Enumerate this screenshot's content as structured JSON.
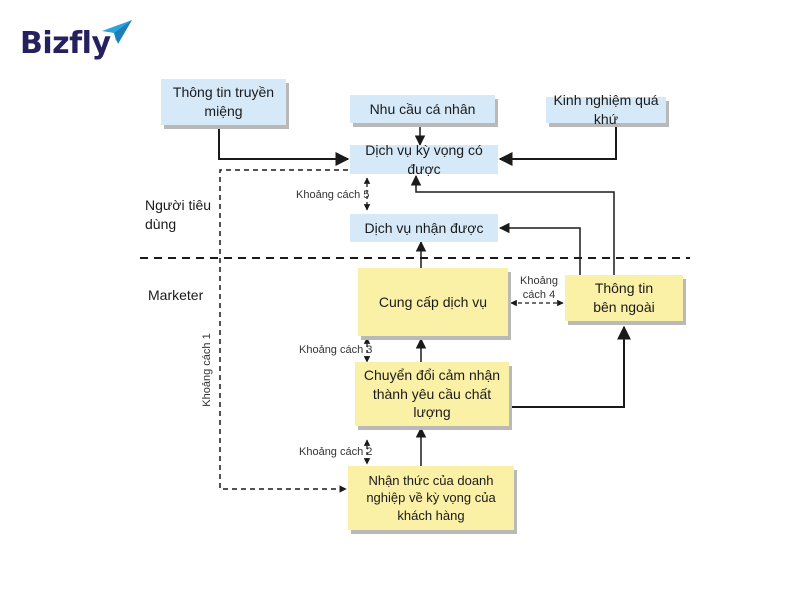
{
  "brand": {
    "name": "Bizfly",
    "accent": "#25215f",
    "plane_color": "#2aa3e0"
  },
  "colors": {
    "consumer_box": "#d6e9f8",
    "marketer_box": "#fbf1a6",
    "line": "#1a1a1a"
  },
  "sections": {
    "consumer": "Người tiêu dùng",
    "marketer": "Marketer"
  },
  "nodes": {
    "word_of_mouth": "Thông tin truyền miệng",
    "personal_needs": "Nhu cầu cá nhân",
    "past_experience": "Kinh nghiệm quá khứ",
    "expected_service": "Dịch vụ kỳ vọng có được",
    "perceived_service": "Dịch vụ nhận được",
    "service_delivery": "Cung cấp dịch vụ",
    "external_comm": "Thông tin bên ngoài",
    "translation": "Chuyển đổi cảm nhận thành yêu cầu chất lượng",
    "management_perception": "Nhận thức của doanh nghiệp về kỳ vọng của khách hàng"
  },
  "gaps": {
    "gap1": "Khoảng cách 1",
    "gap2": "Khoảng cách 2",
    "gap3": "Khoảng cách 3",
    "gap4": "Khoảng cách 4",
    "gap5": "Khoảng cách 5"
  }
}
